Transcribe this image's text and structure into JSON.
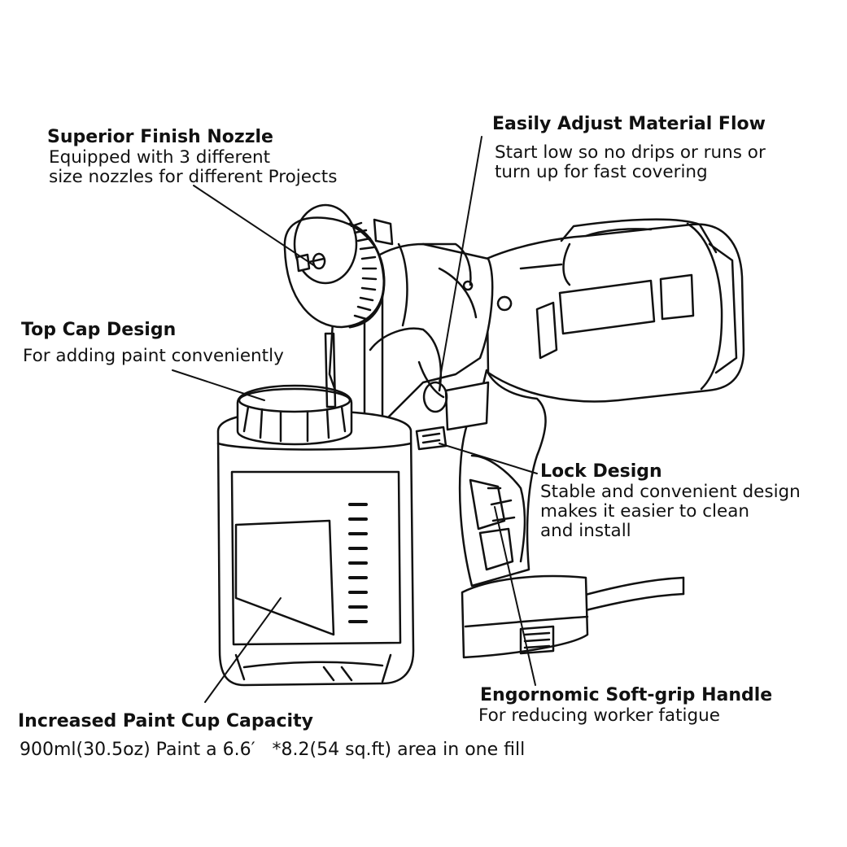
{
  "callouts": {
    "nozzle": {
      "title": "Superior Finish Nozzle",
      "lines": [
        "Equipped with 3 different",
        "size nozzles for different Projects"
      ]
    },
    "flow": {
      "title": "Easily Adjust Material Flow",
      "lines": [
        "Start low so no drips or runs or",
        "turn up for fast covering"
      ]
    },
    "topcap": {
      "title": "Top Cap Design",
      "lines": [
        "For adding paint conveniently"
      ]
    },
    "lock": {
      "title": "Lock Design",
      "lines": [
        "Stable and convenient design",
        "makes it easier to clean",
        "and install"
      ]
    },
    "handle": {
      "title": "Engornomic Soft-grip Handle",
      "lines": [
        "For reducing worker fatigue"
      ]
    },
    "cup": {
      "title": "Increased Paint Cup Capacity",
      "lines": [
        "900ml(30.5oz) Paint a 6.6′   *8.2(54 sq.ft) area in one fill"
      ]
    }
  },
  "colors": {
    "ink": "#111111",
    "background": "#ffffff"
  }
}
